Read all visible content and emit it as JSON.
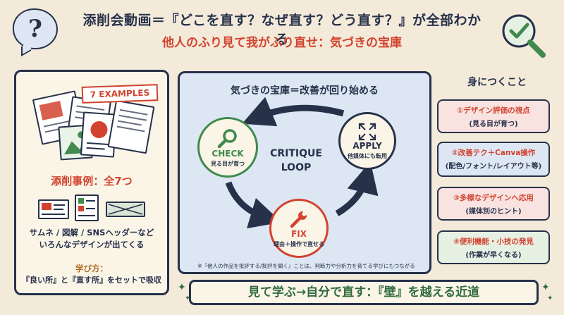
{
  "header": {
    "title": "添削会動画＝『どこを直す？なぜ直す？どう直す？』が全部わかる",
    "subtitle": "他人のふり見て我がふり直せ：気づきの宝庫"
  },
  "left": {
    "badge": "7 EXAMPLES",
    "case_title": "添削事例：全7つ",
    "case_desc_line1": "サムネ / 図解 / SNSヘッダーなど",
    "case_desc_line2": "いろんなデザインが出てくる",
    "learn_title": "学び方：",
    "learn_desc": "『良い所』と『直す所』をセットで吸収"
  },
  "center": {
    "title": "気づきの宝庫＝改善が回り始める",
    "check_label": "CHECK",
    "check_sub": "見る目が育つ",
    "apply_label": "APPLY",
    "apply_sub": "他媒体にも転用",
    "fix_label": "FIX",
    "fix_sub": "理由＋操作で直せる",
    "loop_line1": "CRITIQUE",
    "loop_line2": "LOOP",
    "note": "※『他人の作品を批評する/批評を聞く』ことは、判断力や分析力を育てる学びにもつながる"
  },
  "right": {
    "heading": "身につくこと",
    "cards": [
      {
        "line1": "①デザイン評価の視点",
        "line2": "(見る目が育つ)"
      },
      {
        "line1": "②改善テク＋Canva操作",
        "line2": "(配色/フォント/レイアウト等)"
      },
      {
        "line1": "③多様なデザインへ応用",
        "line2": "(媒体別のヒント)"
      },
      {
        "line1": "④便利機能・小技の発見",
        "line2": "(作業が早くなる)"
      }
    ]
  },
  "banner": {
    "text": "見て学ぶ→自分で直す：『壁』を越える近道"
  },
  "colors": {
    "navy": "#27314a",
    "red": "#d2432f",
    "green": "#3f8a4c",
    "beige": "#f3ead9",
    "blue_panel": "#dde7f3"
  }
}
